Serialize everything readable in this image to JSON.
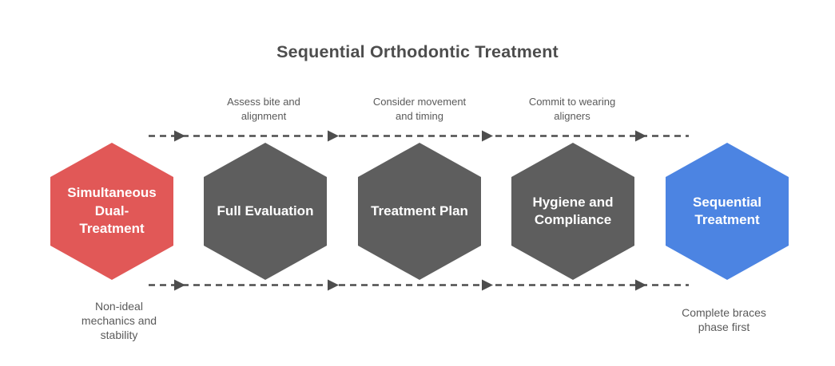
{
  "title": "Sequential Orthodontic Treatment",
  "colors": {
    "negative_node": "#e15857",
    "neutral_node": "#5e5e5e",
    "positive_node": "#4c84e2",
    "arrow": "#4d4d4d",
    "caption_text": "#5a5a5a",
    "title_text": "#4d4d4d",
    "node_text": "#ffffff"
  },
  "steps": [
    {
      "label": "Simultaneous\nDual-\nTreatment",
      "color": "#e15857",
      "caption_below": "Non-ideal\nmechanics and\nstability"
    },
    {
      "label": "Full Evaluation",
      "color": "#5e5e5e",
      "caption_above": "Assess bite and\nalignment"
    },
    {
      "label": "Treatment Plan",
      "color": "#5e5e5e",
      "caption_above": "Consider movement\nand timing"
    },
    {
      "label": "Hygiene and\nCompliance",
      "color": "#5e5e5e",
      "caption_above": "Commit to wearing\naligners"
    },
    {
      "label": "Sequential\nTreatment",
      "color": "#4c84e2",
      "caption_below": "Complete braces\nphase first"
    }
  ]
}
